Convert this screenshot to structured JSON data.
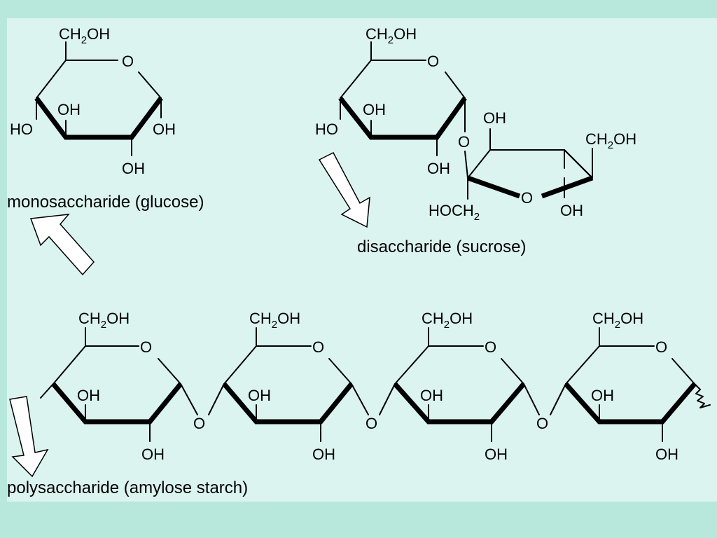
{
  "labels": {
    "ch2oh": "CH",
    "ch2oh_sub": "2",
    "ch2oh_tail": "OH",
    "oh": "OH",
    "ho": "HO",
    "o": "O",
    "hoch2": "HOCH",
    "hoch2_sub": "2"
  },
  "captions": {
    "mono": "monosaccharide (glucose)",
    "di": "disaccharide (sucrose)",
    "poly": "polysaccharide (amylose starch)"
  },
  "colors": {
    "background": "#b8e8dc",
    "panel": "#dcf4f0",
    "arrow_fill": "#ffffff",
    "line": "#000000"
  }
}
